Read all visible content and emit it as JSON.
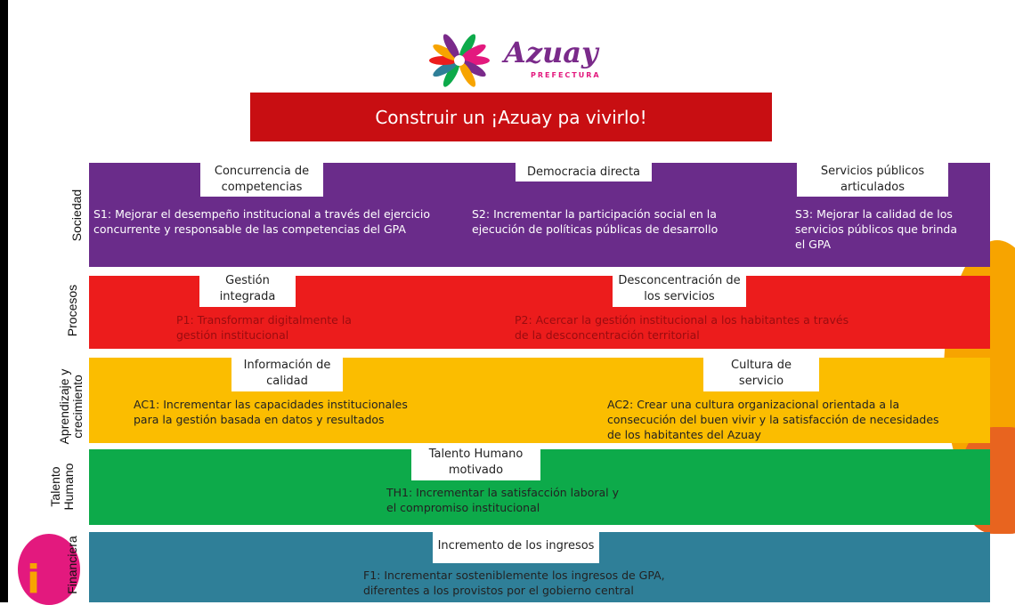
{
  "logo": {
    "brand": "Azuay",
    "sub": "PREFECTURA"
  },
  "title": "Construir un ¡Azuay pa vivirlo!",
  "colors": {
    "sociedad": "#6a2c8a",
    "procesos": "#ec1c1c",
    "aprendizaje": "#fbbd00",
    "talento": "#0daa4a",
    "financiera": "#2f7f98",
    "title_bg": "#c80e12"
  },
  "perspectives": {
    "sociedad": "Sociedad",
    "procesos": "Procesos",
    "aprendizaje": "Aprendizaje y crecimiento",
    "talento": "Talento Humano",
    "financiera": "Financiera"
  },
  "sociedad": {
    "tags": [
      "Concurrencia de competencias",
      "Democracia directa",
      "Servicios públicos articulados"
    ],
    "objectives": [
      "S1: Mejorar el desempeño institucional a través del ejercicio concurrente y responsable de las competencias del GPA",
      "S2: Incrementar la participación social en la ejecución de políticas públicas de desarrollo",
      "S3: Mejorar la calidad de los servicios públicos que brinda el GPA"
    ]
  },
  "procesos": {
    "tags": [
      "Gestión integrada",
      "Desconcentración de los servicios"
    ],
    "objectives": [
      "P1: Transformar digitalmente la gestión institucional",
      "P2: Acercar la gestión institucional a los habitantes a través de la desconcentración territorial"
    ]
  },
  "aprendizaje": {
    "tags": [
      "Información de calidad",
      "Cultura de servicio"
    ],
    "objectives": [
      "AC1: Incrementar las capacidades institucionales para la gestión basada en datos y resultados",
      "AC2: Crear una cultura organizacional orientada a la consecución del buen vivir y la satisfacción de necesidades de los habitantes del Azuay"
    ]
  },
  "talento": {
    "tags": [
      "Talento Humano motivado"
    ],
    "objectives": [
      "TH1: Incrementar la satisfacción laboral y el compromiso institucional"
    ]
  },
  "financiera": {
    "tags": [
      "Incremento de los ingresos"
    ],
    "objectives": [
      "F1: Incrementar sosteniblemente los ingresos de GPA, diferentes a los provistos por el gobierno central"
    ]
  }
}
